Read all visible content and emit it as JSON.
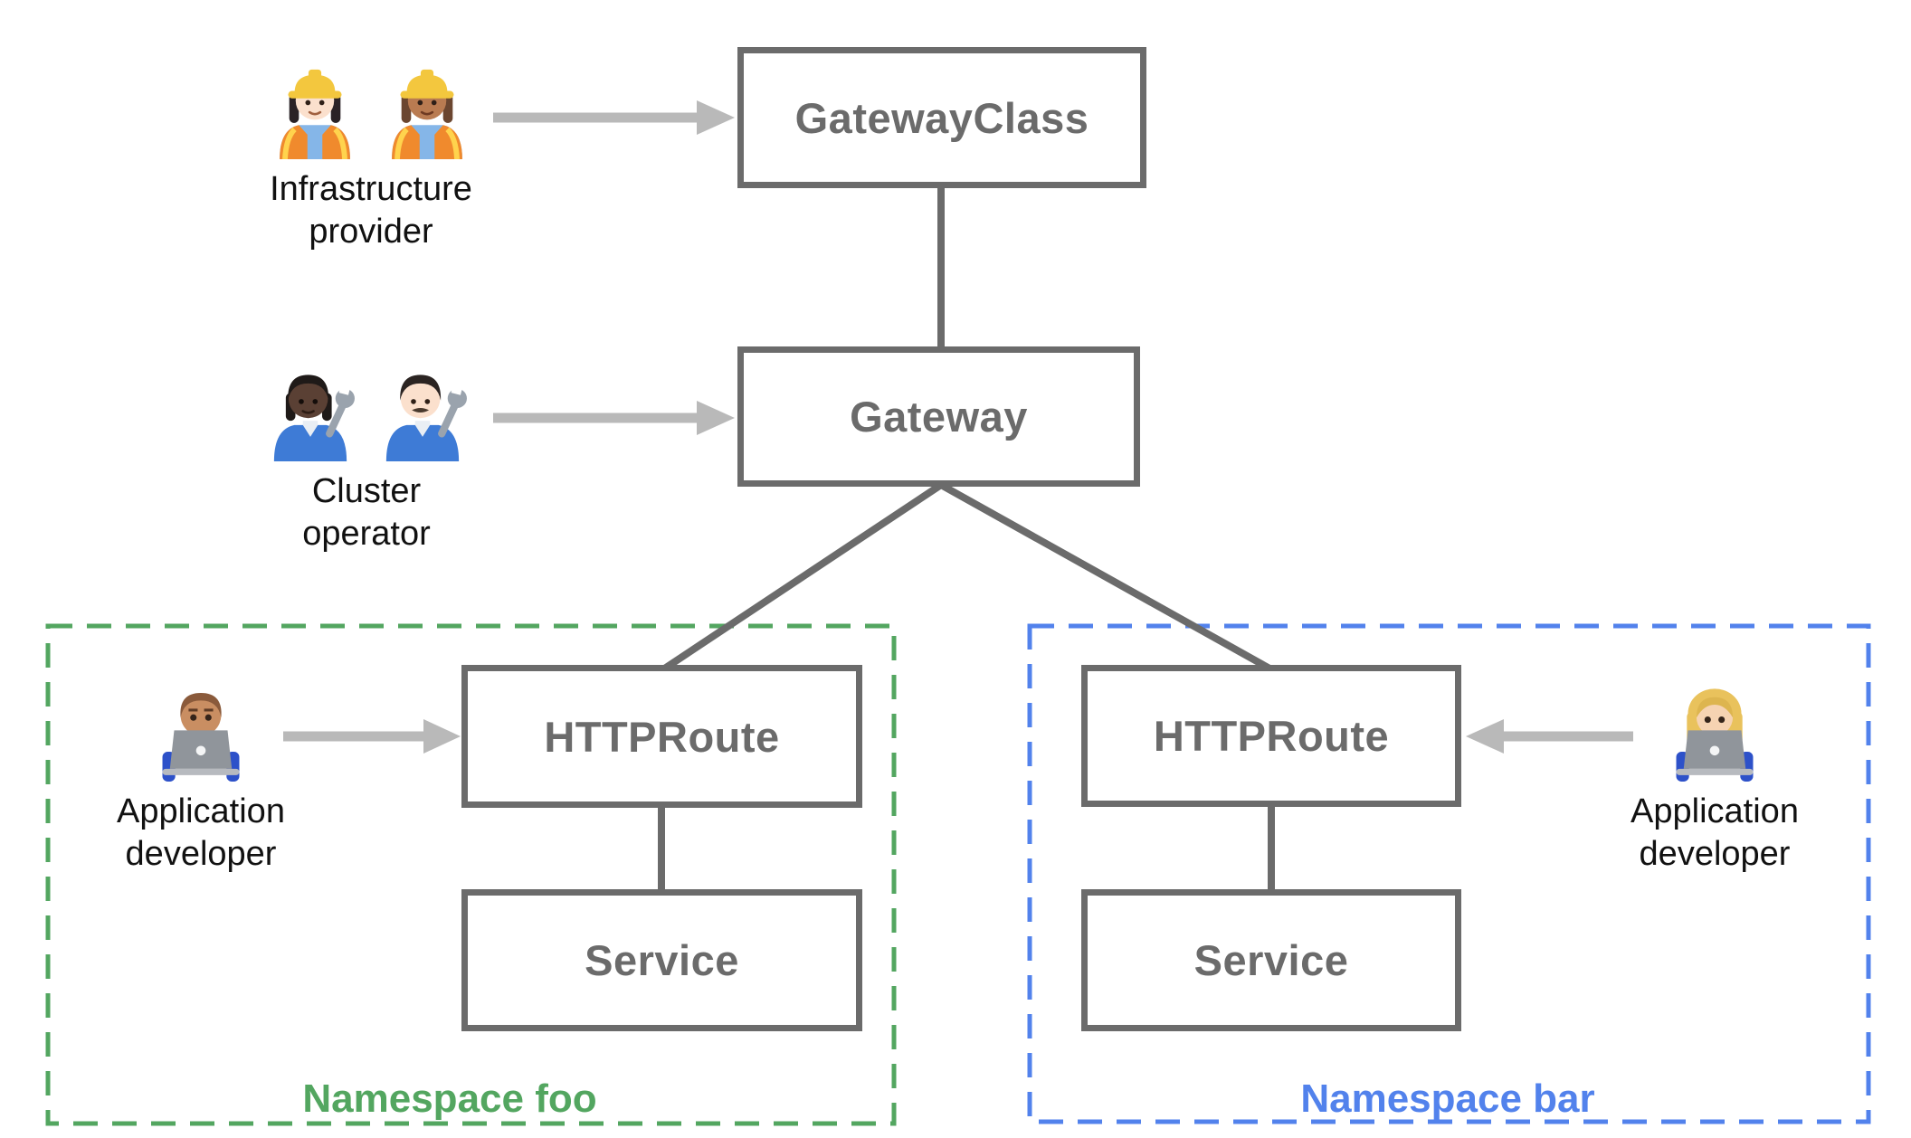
{
  "nodes": {
    "gateway_class": {
      "label": "GatewayClass"
    },
    "gateway": {
      "label": "Gateway"
    },
    "httproute_foo": {
      "label": "HTTPRoute"
    },
    "service_foo": {
      "label": "Service"
    },
    "httproute_bar": {
      "label": "HTTPRoute"
    },
    "service_bar": {
      "label": "Service"
    }
  },
  "namespaces": [
    {
      "id": "foo",
      "label": "Namespace foo",
      "color": "#53a660"
    },
    {
      "id": "bar",
      "label": "Namespace bar",
      "color": "#5282ec"
    }
  ],
  "personas": [
    {
      "id": "infrastructure-provider",
      "label": "Infrastructure provider",
      "icons": [
        "woman-construction-worker-light-emoji-icon",
        "woman-construction-worker-medium-emoji-icon"
      ]
    },
    {
      "id": "cluster-operator",
      "label": "Cluster operator",
      "icons": [
        "person-mechanic-dark-emoji-icon",
        "man-mechanic-light-emoji-icon"
      ]
    },
    {
      "id": "application-developer-foo",
      "label": "Application developer",
      "icons": [
        "man-technologist-emoji-icon"
      ]
    },
    {
      "id": "application-developer-bar",
      "label": "Application developer",
      "icons": [
        "woman-technologist-emoji-icon"
      ]
    }
  ],
  "edges": [
    {
      "from": "GatewayClass",
      "to": "Gateway"
    },
    {
      "from": "Gateway",
      "to": "HTTPRoute (foo)"
    },
    {
      "from": "Gateway",
      "to": "HTTPRoute (bar)"
    },
    {
      "from": "HTTPRoute (foo)",
      "to": "Service (foo)"
    },
    {
      "from": "HTTPRoute (bar)",
      "to": "Service (bar)"
    },
    {
      "from": "Infrastructure provider",
      "to": "GatewayClass",
      "type": "arrow"
    },
    {
      "from": "Cluster operator",
      "to": "Gateway",
      "type": "arrow"
    },
    {
      "from": "Application developer (foo)",
      "to": "HTTPRoute (foo)",
      "type": "arrow"
    },
    {
      "from": "Application developer (bar)",
      "to": "HTTPRoute (bar)",
      "type": "arrow"
    }
  ],
  "colors": {
    "node_border": "#6b6b6b",
    "node_text": "#6b6b6b",
    "connector": "#6b6b6b",
    "arrow": "#b9b9b9",
    "namespace_foo": "#53a660",
    "namespace_bar": "#5282ec",
    "persona_text": "#111111",
    "background": "#ffffff"
  }
}
